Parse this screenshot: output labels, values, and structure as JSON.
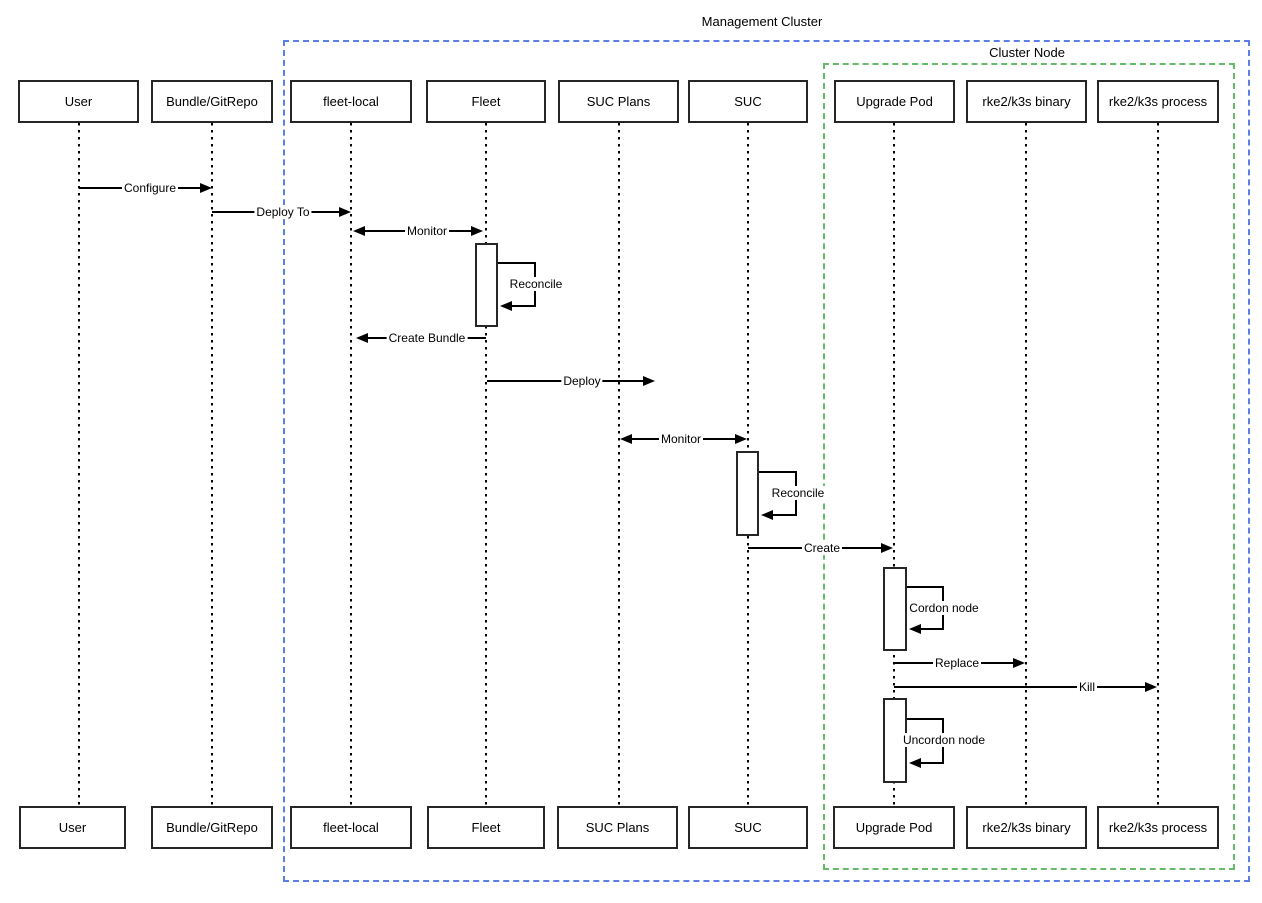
{
  "diagram": {
    "frames": {
      "management_cluster": {
        "label": "Management Cluster",
        "border_color": "#5b7fe5"
      },
      "cluster_node": {
        "label": "Cluster Node",
        "border_color": "#66bb6a"
      }
    },
    "participants": [
      {
        "name": "User"
      },
      {
        "name": "Bundle/GitRepo"
      },
      {
        "name": "fleet-local"
      },
      {
        "name": "Fleet"
      },
      {
        "name": "SUC Plans"
      },
      {
        "name": "SUC"
      },
      {
        "name": "Upgrade Pod"
      },
      {
        "name": "rke2/k3s binary"
      },
      {
        "name": "rke2/k3s process"
      }
    ],
    "messages": [
      {
        "label": "Configure",
        "from": "User",
        "to": "Bundle/GitRepo",
        "type": "arrow"
      },
      {
        "label": "Deploy To",
        "from": "Bundle/GitRepo",
        "to": "fleet-local",
        "type": "arrow"
      },
      {
        "label": "Monitor",
        "from": "fleet-local",
        "to": "Fleet",
        "type": "bidirectional"
      },
      {
        "label": "Reconcile",
        "from": "Fleet",
        "to": "Fleet",
        "type": "self"
      },
      {
        "label": "Create Bundle",
        "from": "Fleet",
        "to": "fleet-local",
        "type": "arrow"
      },
      {
        "label": "Deploy",
        "from": "Fleet",
        "to": "SUC Plans",
        "type": "arrow"
      },
      {
        "label": "Monitor",
        "from": "SUC Plans",
        "to": "SUC",
        "type": "bidirectional"
      },
      {
        "label": "Reconcile",
        "from": "SUC",
        "to": "SUC",
        "type": "self"
      },
      {
        "label": "Create",
        "from": "SUC",
        "to": "Upgrade Pod",
        "type": "arrow"
      },
      {
        "label": "Cordon node",
        "from": "Upgrade Pod",
        "to": "Upgrade Pod",
        "type": "self"
      },
      {
        "label": "Replace",
        "from": "Upgrade Pod",
        "to": "rke2/k3s binary",
        "type": "arrow"
      },
      {
        "label": "Kill",
        "from": "Upgrade Pod",
        "to": "rke2/k3s process",
        "type": "arrow"
      },
      {
        "label": "Uncordon node",
        "from": "Upgrade Pod",
        "to": "Upgrade Pod",
        "type": "self"
      }
    ],
    "colors": {
      "line": "#000000",
      "box_border": "#262626",
      "background": "#ffffff"
    }
  }
}
